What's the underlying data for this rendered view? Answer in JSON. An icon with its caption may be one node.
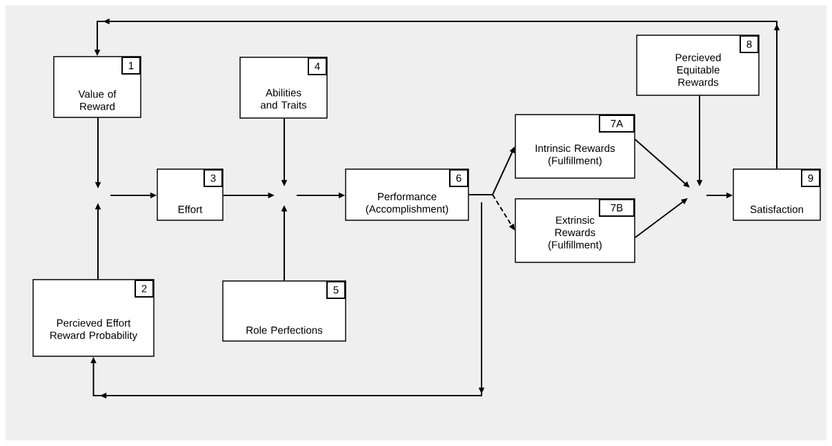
{
  "diagram": {
    "nodes": [
      {
        "text": [
          "1",
          "Value of Reward"
        ]
      },
      {
        "text": [
          "2",
          "Percieved Effort Reward Probability"
        ]
      },
      {
        "text": [
          "3",
          "Effort"
        ]
      },
      {
        "text": [
          "4",
          "Abilities and Traits"
        ]
      },
      {
        "text": [
          "5",
          "Role Perfections"
        ]
      },
      {
        "text": [
          "6",
          "Performance (Accomplishment)"
        ]
      },
      {
        "text": [
          "7A",
          "Intrinsic Rewards (Fulfillment)"
        ]
      },
      {
        "text": [
          "7B",
          "Extrinsic Rewards (Fulfillment)"
        ]
      },
      {
        "text": [
          "8",
          "Percieved Equitable Rewards"
        ]
      },
      {
        "text": [
          "9",
          "Satisfaction"
        ]
      }
    ],
    "edges": [
      {
        "from": 0,
        "to": null,
        "arrow": "to"
      },
      {
        "from": 1,
        "to": null,
        "arrow": "to"
      },
      {
        "from": null,
        "to": 2,
        "arrow": "to"
      },
      {
        "from": 2,
        "to": null,
        "arrow": "to"
      },
      {
        "from": 3,
        "to": null,
        "arrow": "to"
      },
      {
        "from": 4,
        "to": null,
        "arrow": "to"
      },
      {
        "from": null,
        "to": 5,
        "arrow": "to"
      },
      {
        "from": 5,
        "to": 6,
        "arrow": "to"
      },
      {
        "from": 5,
        "to": 7,
        "arrow": "to",
        "style": "dashed"
      },
      {
        "from": 6,
        "to": null,
        "arrow": "to"
      },
      {
        "from": 7,
        "to": null,
        "arrow": "to"
      },
      {
        "from": 8,
        "to": null,
        "arrow": "to"
      },
      {
        "from": null,
        "to": 9,
        "arrow": "to"
      },
      {
        "from": 9,
        "to": 0,
        "arrow": "to"
      },
      {
        "from": 5,
        "to": 1,
        "arrow": "to"
      }
    ]
  }
}
